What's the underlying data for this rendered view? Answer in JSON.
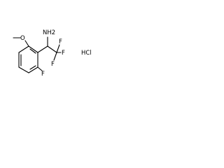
{
  "molecule": {
    "atoms": {
      "methoxy_oxygen": "O",
      "amine": "NH2",
      "fluoro_aromatic": "F",
      "fluoro_cf3_top": "F",
      "fluoro_cf3_right": "F",
      "fluoro_cf3_bottom": "F"
    },
    "salt": "HCl"
  }
}
